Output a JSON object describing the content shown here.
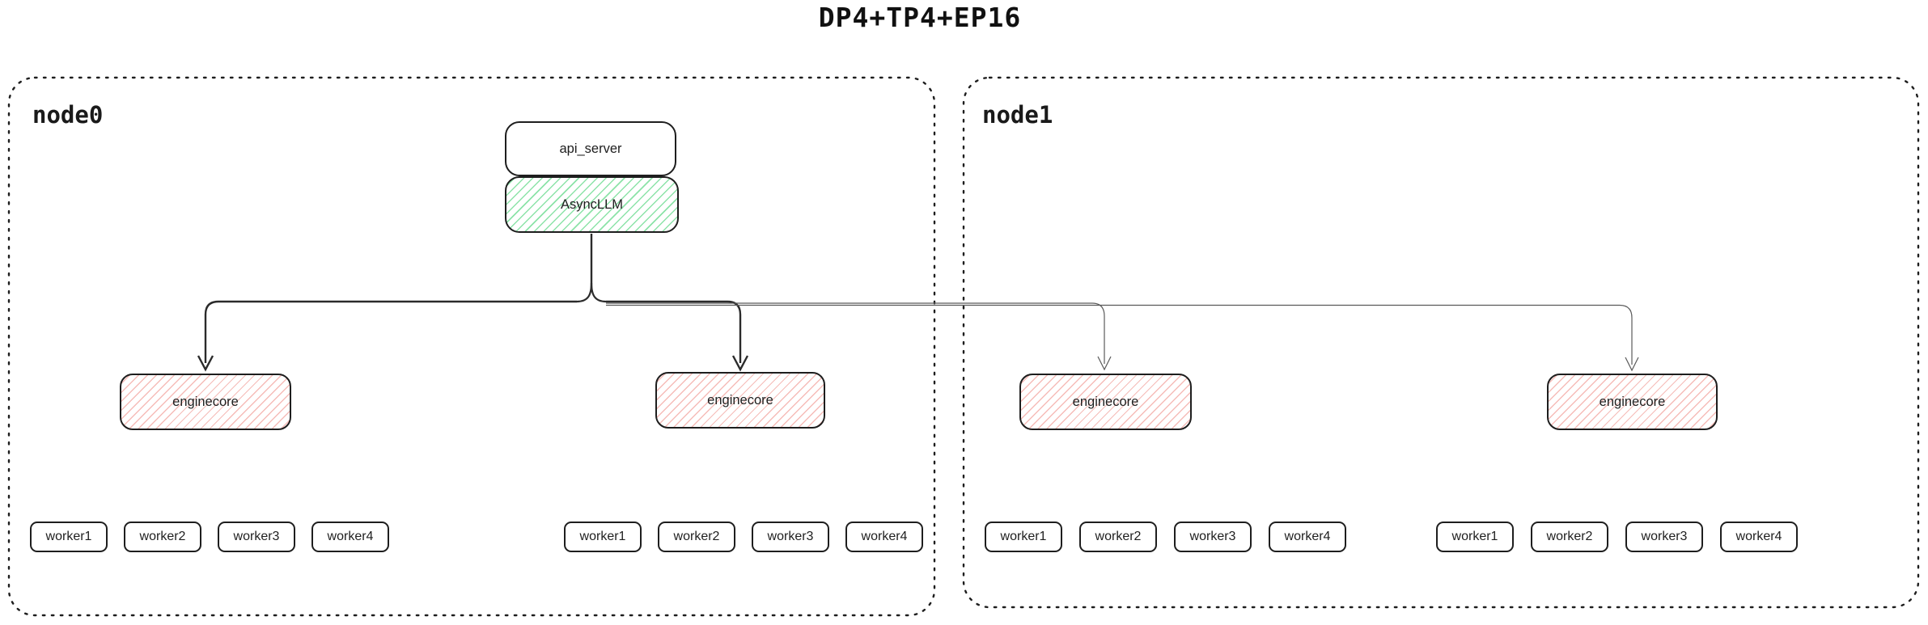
{
  "title": "DP4+TP4+EP16",
  "api_server": {
    "label": "api_server"
  },
  "async_llm": {
    "label": "AsyncLLM"
  },
  "nodes": [
    {
      "label": "node0",
      "groups": [
        {
          "enginecore": "enginecore",
          "workers": [
            "worker1",
            "worker2",
            "worker3",
            "worker4"
          ]
        },
        {
          "enginecore": "enginecore",
          "workers": [
            "worker1",
            "worker2",
            "worker3",
            "worker4"
          ]
        }
      ]
    },
    {
      "label": "node1",
      "groups": [
        {
          "enginecore": "enginecore",
          "workers": [
            "worker1",
            "worker2",
            "worker3",
            "worker4"
          ]
        },
        {
          "enginecore": "enginecore",
          "workers": [
            "worker1",
            "worker2",
            "worker3",
            "worker4"
          ]
        }
      ]
    }
  ],
  "colors": {
    "stroke": "#1e1e1e",
    "green_hatch": "#8ce3a8",
    "red_hatch": "#f6bcb8",
    "connector_thick": "#2b2b2b",
    "connector_thin": "#5a5a5a"
  }
}
